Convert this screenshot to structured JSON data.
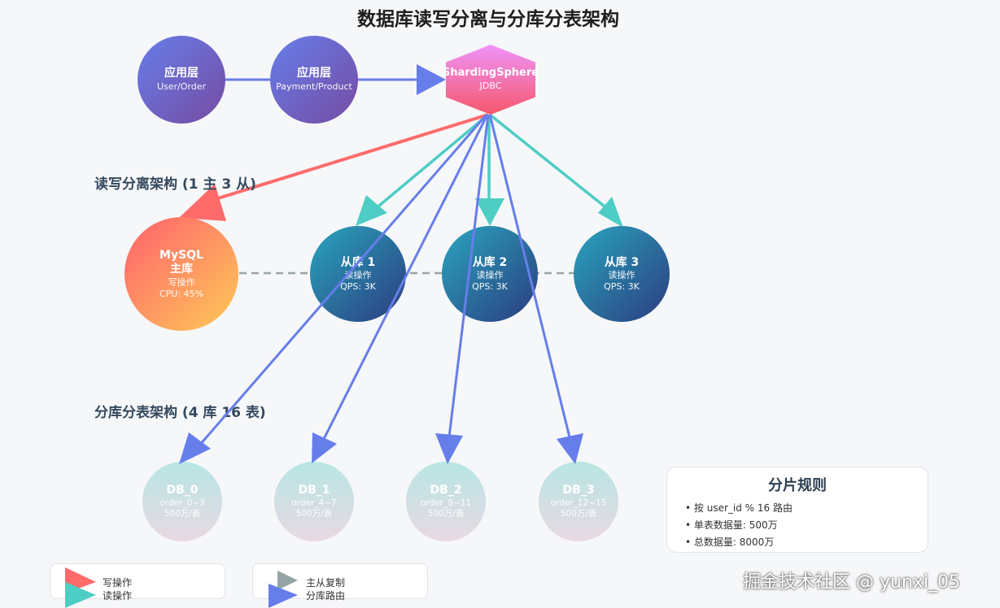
{
  "title": "数据库读写分离与分库分表架构",
  "apps": [
    {
      "title": "应用层",
      "sub": "User/Order"
    },
    {
      "title": "应用层",
      "sub": "Payment/Product"
    }
  ],
  "proxy": {
    "title": "ShardingSphere",
    "sub": "JDBC"
  },
  "section_rw": "读写分离架构 (1 主 3 从)",
  "section_shard": "分库分表架构 (4 库 16 表)",
  "master": {
    "title_line1": "MySQL",
    "title_line2": "主库",
    "op": "写操作",
    "cpu": "CPU: 45%"
  },
  "slaves": [
    {
      "title": "从库 1",
      "op": "读操作",
      "qps": "QPS: 3K"
    },
    {
      "title": "从库 2",
      "op": "读操作",
      "qps": "QPS: 3K"
    },
    {
      "title": "从库 3",
      "op": "读操作",
      "qps": "QPS: 3K"
    }
  ],
  "dbs": [
    {
      "title": "DB_0",
      "tables": "order_0~3",
      "size": "500万/表"
    },
    {
      "title": "DB_1",
      "tables": "order_4~7",
      "size": "500万/表"
    },
    {
      "title": "DB_2",
      "tables": "order_8~11",
      "size": "500万/表"
    },
    {
      "title": "DB_3",
      "tables": "order_12~15",
      "size": "500万/表"
    }
  ],
  "rules": {
    "title": "分片规则",
    "items": [
      "• 按 user_id % 16 路由",
      "• 单表数据量: 500万",
      "• 总数据量: 8000万"
    ]
  },
  "legend": {
    "write": "写操作",
    "read": "读操作",
    "replication": "主从复制",
    "routing": "分库路由"
  },
  "colors": {
    "write": "#ff6b6b",
    "read": "#4ecdc4",
    "replication": "#95a5a6",
    "routing": "#667eea"
  },
  "watermark": "掘金技术社区 @ yunxi_05"
}
